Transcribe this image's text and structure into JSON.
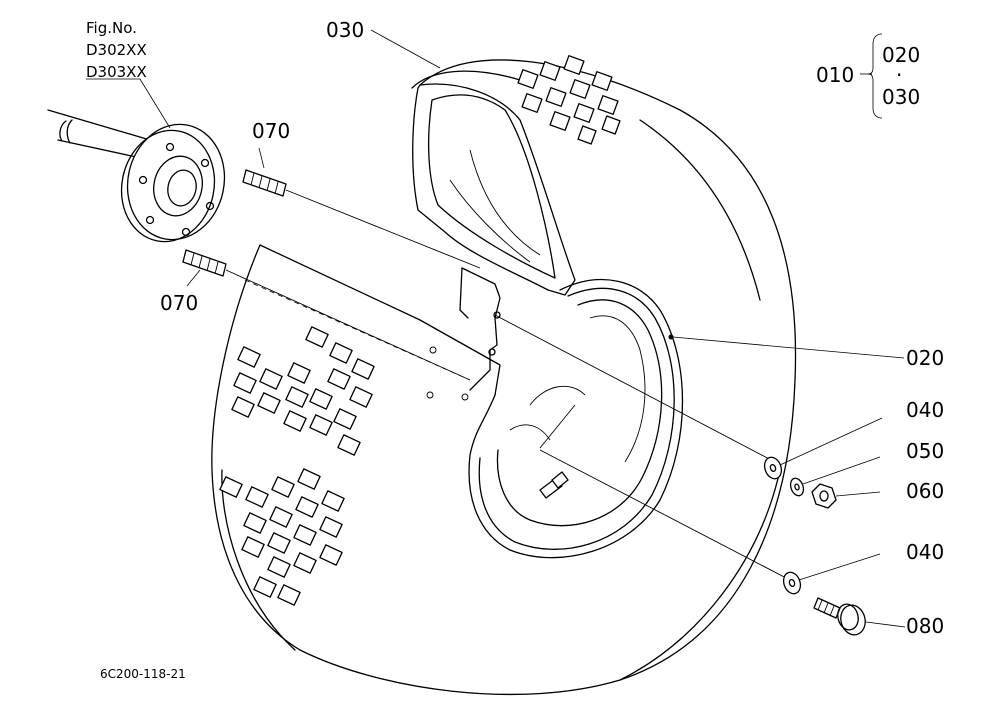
{
  "figure": {
    "fig_label": "Fig.No.",
    "fig_codes": [
      "D302XX",
      "D303XX"
    ],
    "drawing_code": "6C200-118-21"
  },
  "callouts": {
    "tire": "030",
    "assembly": "010",
    "assembly_range_top": "020",
    "assembly_range_dot": "·",
    "assembly_range_bottom": "030",
    "stud_upper": "070",
    "stud_lower": "070",
    "rim": "020",
    "washer_upper": "040",
    "lock_washer": "050",
    "nut": "060",
    "washer_lower": "040",
    "valve_bolt": "080"
  }
}
